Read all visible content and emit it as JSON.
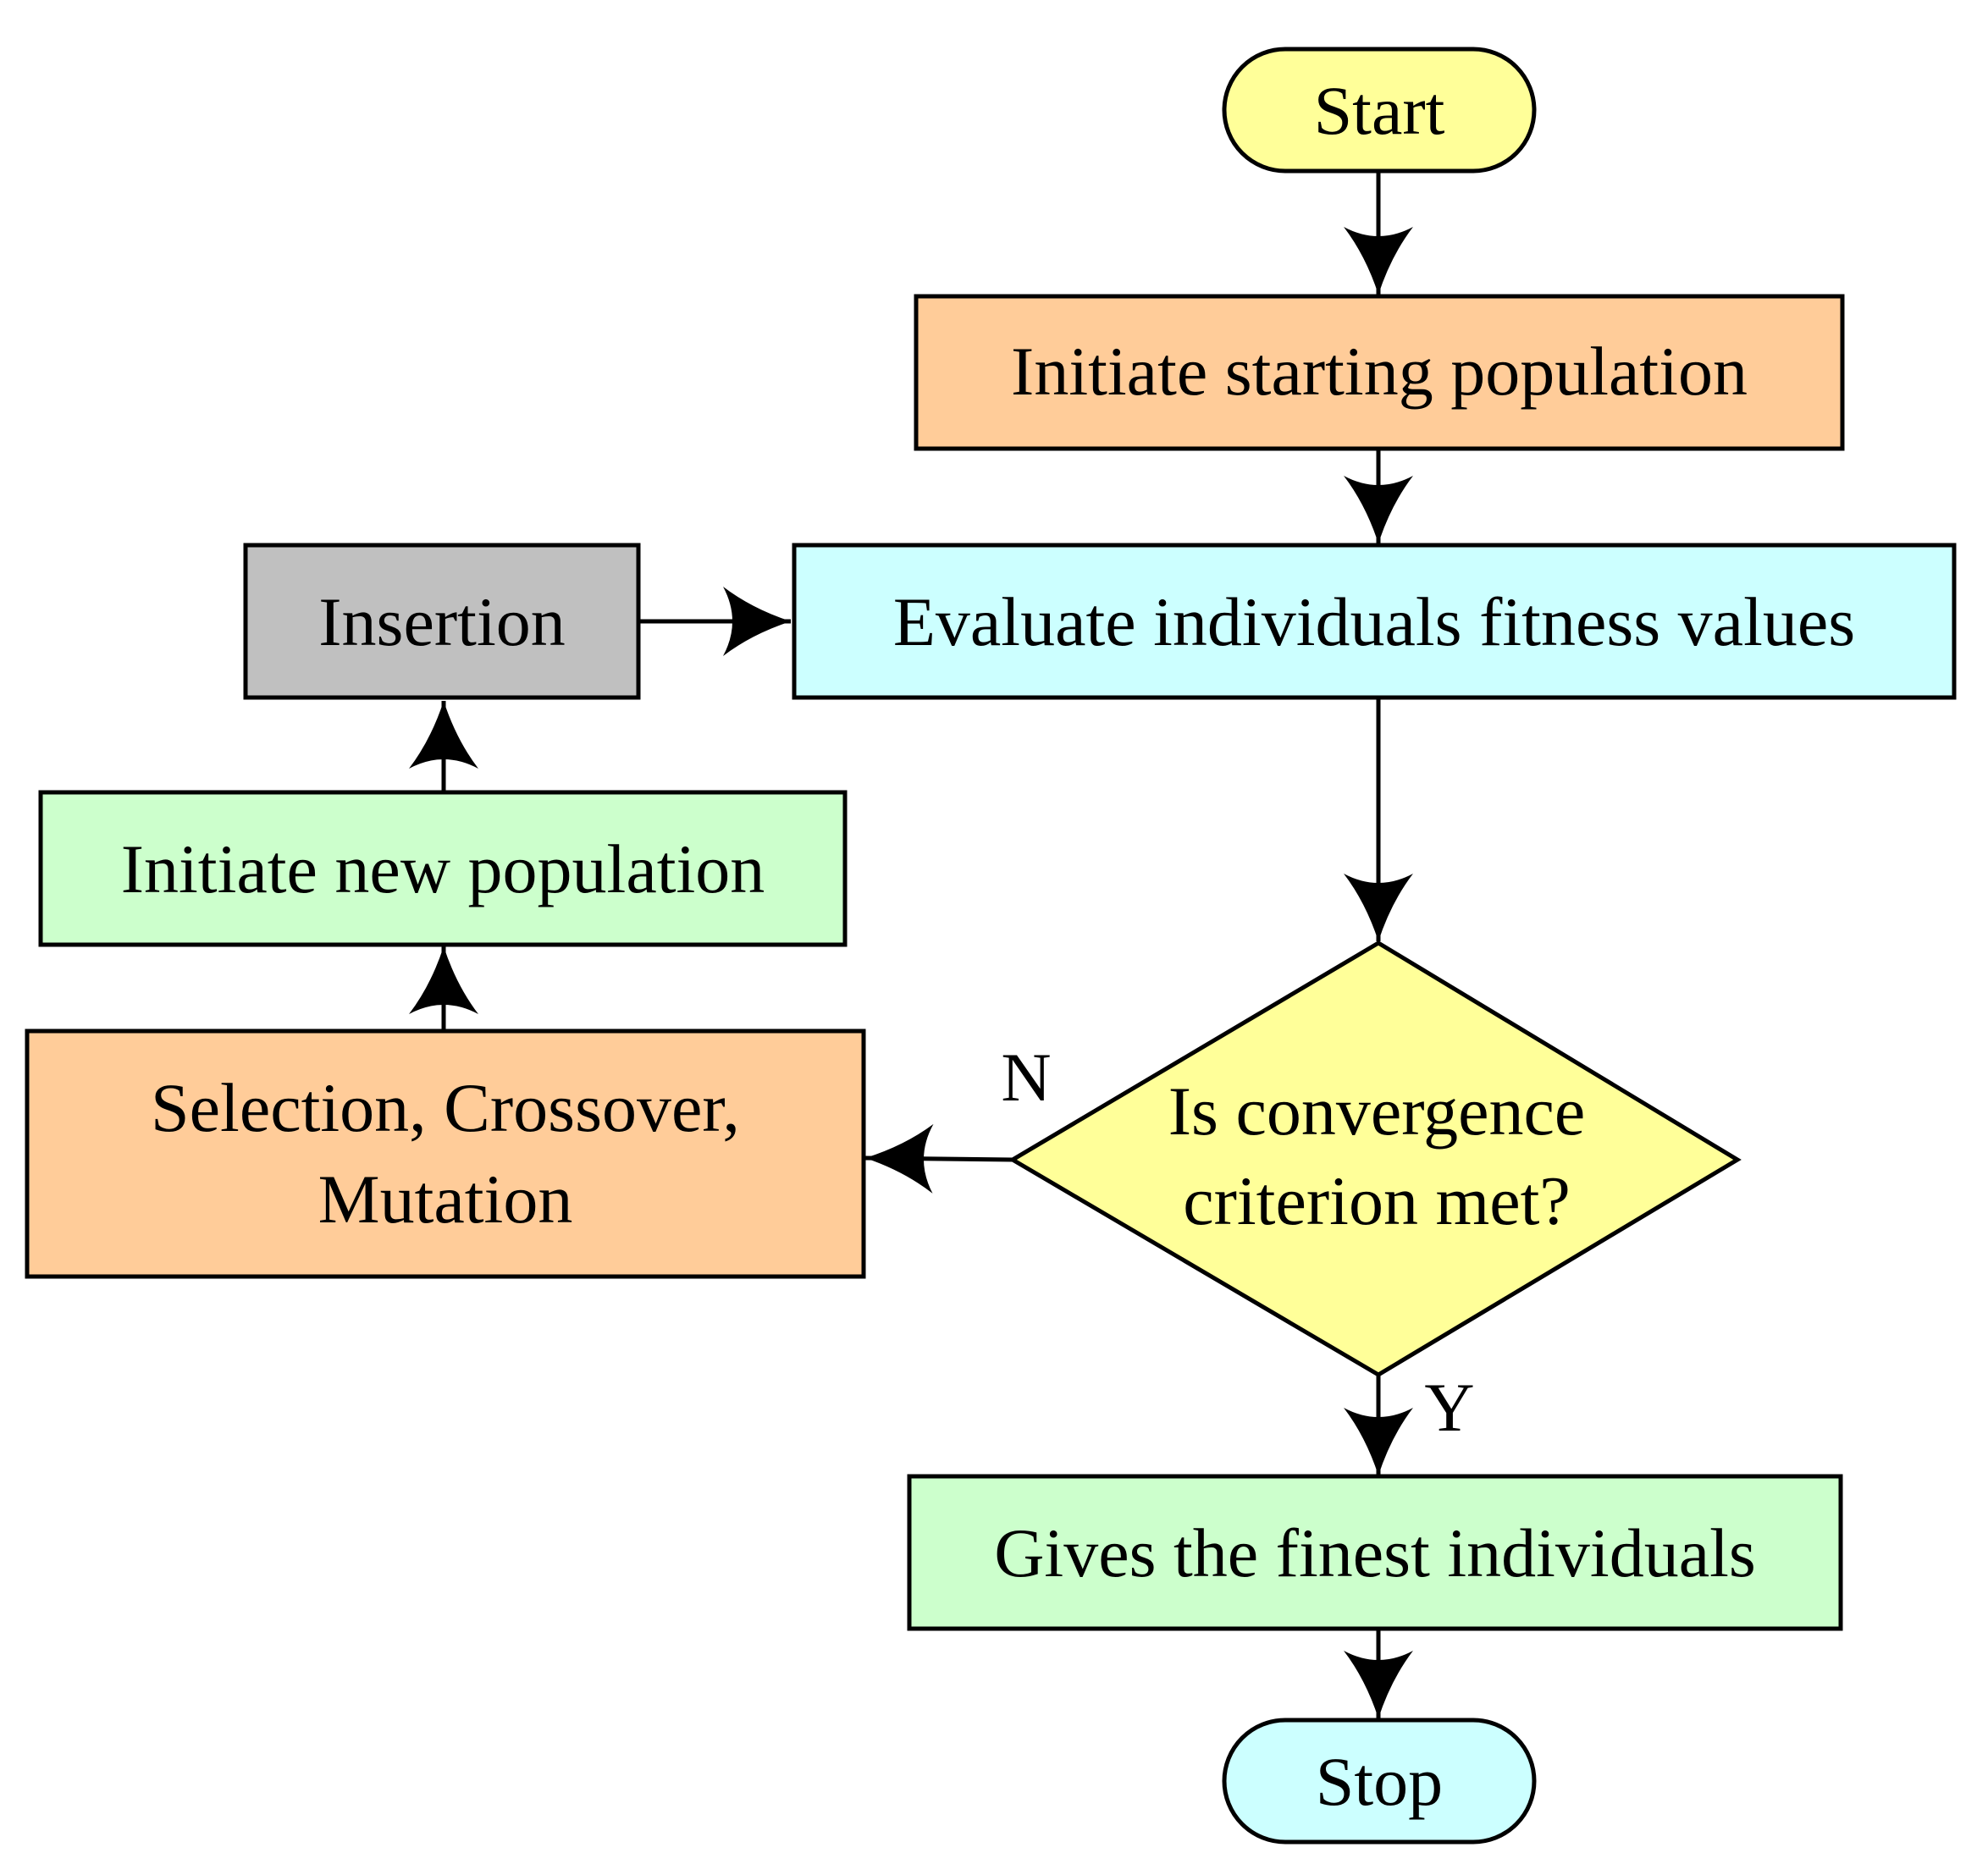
{
  "colors": {
    "terminal_start": "#FFFF99",
    "terminal_stop": "#CCFFFF",
    "process_orange": "#FFCC99",
    "process_cyan": "#CCFFFF",
    "process_gray": "#C0C0C0",
    "process_green": "#CCFFCC",
    "decision_yellow": "#FFFF99",
    "stroke": "#000000"
  },
  "nodes": {
    "start": {
      "text": "Start",
      "shape": "terminal"
    },
    "init_population": {
      "text": "Initiate starting population",
      "shape": "process"
    },
    "evaluate": {
      "text": "Evaluate individuals fitness values",
      "shape": "process"
    },
    "insertion": {
      "text": "Insertion",
      "shape": "process"
    },
    "new_population": {
      "text": "Initiate new population",
      "shape": "process"
    },
    "genetic_ops": {
      "text_line1": "Selection, Crossover,",
      "text_line2": "Mutation",
      "shape": "process"
    },
    "decision": {
      "text_line1": "Is convergence",
      "text_line2": "criterion met?",
      "shape": "decision"
    },
    "finest": {
      "text": "Gives the finest individuals",
      "shape": "process"
    },
    "stop": {
      "text": "Stop",
      "shape": "terminal"
    }
  },
  "edges": [
    {
      "from": "start",
      "to": "init_population",
      "label": ""
    },
    {
      "from": "init_population",
      "to": "evaluate",
      "label": ""
    },
    {
      "from": "evaluate",
      "to": "decision",
      "label": ""
    },
    {
      "from": "decision",
      "to": "genetic_ops",
      "label": "N"
    },
    {
      "from": "decision",
      "to": "finest",
      "label": "Y"
    },
    {
      "from": "genetic_ops",
      "to": "new_population",
      "label": ""
    },
    {
      "from": "new_population",
      "to": "insertion",
      "label": ""
    },
    {
      "from": "insertion",
      "to": "evaluate",
      "label": ""
    },
    {
      "from": "finest",
      "to": "stop",
      "label": ""
    }
  ]
}
